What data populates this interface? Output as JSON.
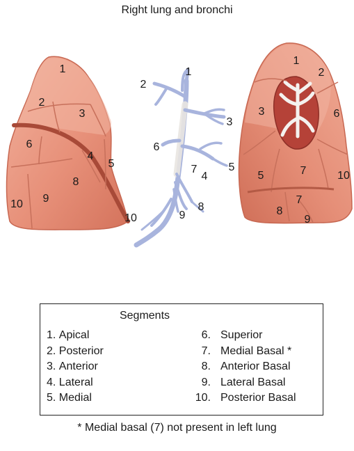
{
  "title": "Right lung and bronchi",
  "diagram_labels": {
    "lateral_view": [
      "1",
      "2",
      "3",
      "6",
      "4",
      "5",
      "8",
      "10",
      "9"
    ],
    "bronchi": [
      "1",
      "2",
      "3",
      "6",
      "7",
      "4",
      "5",
      "10",
      "9",
      "8"
    ],
    "medial_view": [
      "1",
      "2",
      "3",
      "6",
      "5",
      "7",
      "10",
      "7",
      "8",
      "9"
    ]
  },
  "legend": {
    "title": "Segments",
    "items": [
      {
        "num": "1",
        "label": "Apical"
      },
      {
        "num": "2",
        "label": "Posterior"
      },
      {
        "num": "3",
        "label": "Anterior"
      },
      {
        "num": "4",
        "label": "Lateral"
      },
      {
        "num": "5",
        "label": "Medial"
      },
      {
        "num": "6",
        "label": "Superior"
      },
      {
        "num": "7",
        "label": "Medial Basal *"
      },
      {
        "num": "8",
        "label": "Anterior Basal"
      },
      {
        "num": "9",
        "label": "Lateral Basal"
      },
      {
        "num": "10",
        "label": "Posterior Basal"
      }
    ]
  },
  "footnote": "* Medial basal (7) not present in left lung",
  "colors": {
    "lung_fill": "#e7907a",
    "lung_dark": "#b0523e",
    "lung_light": "#f0ad98",
    "bronchus": "#a7b3dc",
    "hilum": "#b54238"
  }
}
